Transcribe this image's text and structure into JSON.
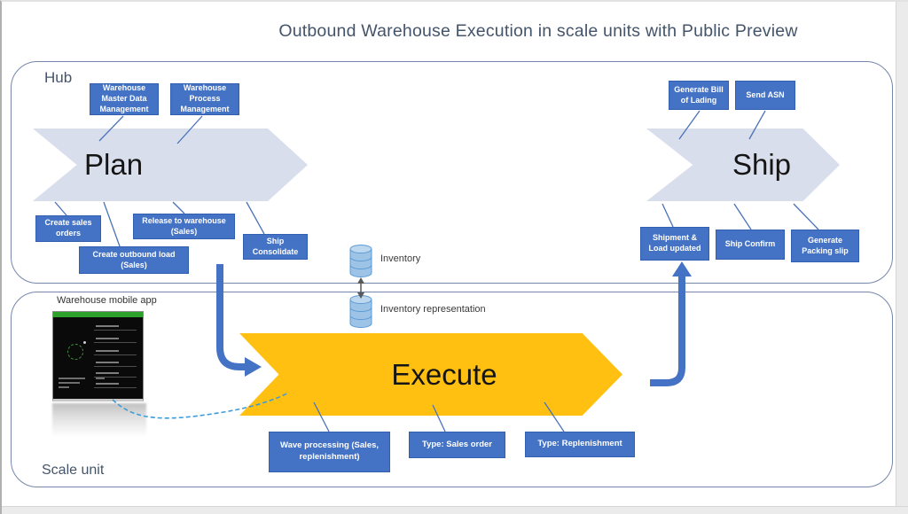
{
  "title": "Outbound Warehouse Execution in scale units with Public Preview",
  "hub": {
    "label": "Hub",
    "plan_chevron": "Plan",
    "ship_chevron": "Ship",
    "boxes": {
      "warehouse_master_data": "Warehouse Master Data Management",
      "warehouse_process": "Warehouse Process Management",
      "create_sales_orders": "Create sales orders",
      "release_to_warehouse": "Release to warehouse (Sales)",
      "create_outbound_load": "Create outbound load (Sales)",
      "ship_consolidate": "Ship Consolidate",
      "generate_bill_of_lading": "Generate Bill of Lading",
      "send_asn": "Send ASN",
      "shipment_load_updated": "Shipment & Load updated",
      "ship_confirm": "Ship Confirm",
      "generate_packing_slip": "Generate Packing slip"
    }
  },
  "scale_unit": {
    "label": "Scale unit",
    "execute_chevron": "Execute",
    "mobile_app_label": "Warehouse mobile app",
    "boxes": {
      "wave_processing": "Wave processing (Sales, replenishment)",
      "type_sales_order": "Type: Sales order",
      "type_replenishment": "Type: Replenishment"
    }
  },
  "inventory": {
    "hub_db_label": "Inventory",
    "scale_db_label": "Inventory representation"
  },
  "icons": {
    "hub_db": "database-cylinder-icon",
    "scale_db": "database-cylinder-icon",
    "sync_arrow": "double-headed-arrow-icon"
  },
  "colors": {
    "box_blue": "#4472c4",
    "chevron_light": "#d9deec",
    "chevron_gold": "#ffc012",
    "arrow_blue": "#4472c4",
    "container_border": "#7487ab",
    "title_color": "#44546a",
    "db_fill": "#9dc3e6"
  }
}
